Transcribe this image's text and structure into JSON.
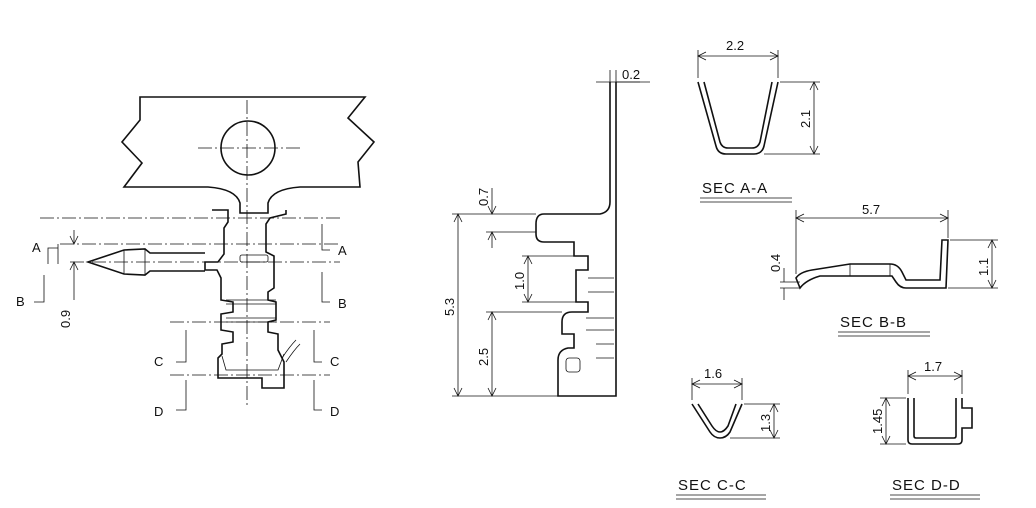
{
  "front_view": {
    "section_marks": {
      "a_left": "A",
      "a_right": "A",
      "b_left": "B",
      "b_right": "B",
      "c_left": "C",
      "c_right": "C",
      "d_left": "D",
      "d_right": "D"
    },
    "dim_pitch": "0.9"
  },
  "side_view": {
    "dim_thickness": "0.2",
    "dim_top": "0.7",
    "dim_overall": "5.3",
    "dim_middle": "1.0",
    "dim_bottom": "2.5"
  },
  "sec_a": {
    "title": "SEC  A-A",
    "width": "2.2",
    "height": "2.1"
  },
  "sec_b": {
    "title": "SEC  B-B",
    "width": "5.7",
    "step": "0.4",
    "height": "1.1"
  },
  "sec_c": {
    "title": "SEC  C-C",
    "width": "1.6",
    "height": "1.3"
  },
  "sec_d": {
    "title": "SEC  D-D",
    "width": "1.7",
    "height": "1.45"
  }
}
